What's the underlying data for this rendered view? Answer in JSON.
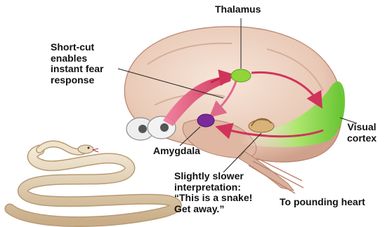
{
  "labels": {
    "thalamus": "Thalamus",
    "shortcut": "Short-cut\nenables\ninstant fear\nresponse",
    "amygdala": "Amygdala",
    "visual_cortex": "Visual\ncortex",
    "slower": "Slightly slower\ninterpretation:\n“This is a snake!\nGet away.”",
    "heart": "To pounding heart"
  },
  "colors": {
    "brain": "#e9c9b6",
    "brain_shadow": "#cfa08b",
    "thalamus_node": "#8fd53a",
    "amygdala_node": "#7a2a9a",
    "pathway_red": "#d0345a",
    "visual_green": "#7cd63c",
    "snake": "#e3d3b7"
  }
}
